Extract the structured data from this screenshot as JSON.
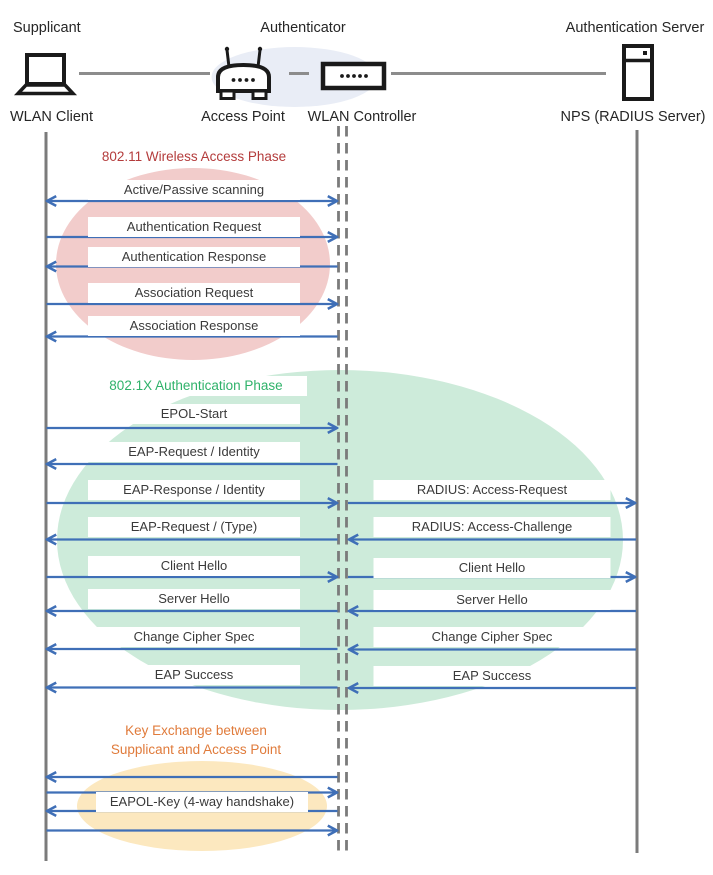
{
  "colors": {
    "arrow": "#3F6FB7",
    "lifeline": "#7B7B7B",
    "phase1_title": "#B43C3C",
    "phase2_title": "#2FB26A",
    "phase3_title": "#E07B3B",
    "phase1_ellipse": "#F2CCCB",
    "phase2_ellipse": "#CDEBDA",
    "phase3_ellipse": "#FCE8BF",
    "authenticator_ellipse": "#E9EDF6",
    "icon": "#1A1A1A"
  },
  "actors": {
    "roles": [
      "Supplicant",
      "Authenticator",
      "Authentication Server"
    ],
    "nodes": [
      "WLAN Client",
      "Access Point",
      "WLAN Controller",
      "NPS (RADIUS Server)"
    ]
  },
  "phase1": {
    "title": "802.11 Wireless Access Phase",
    "messages": [
      {
        "label": "Active/Passive scanning",
        "direction": "both"
      },
      {
        "label": "Authentication Request",
        "direction": "right"
      },
      {
        "label": "Authentication Response",
        "direction": "left"
      },
      {
        "label": "Association Request",
        "direction": "right"
      },
      {
        "label": "Association Response",
        "direction": "left"
      }
    ]
  },
  "phase2": {
    "title": "802.1X Authentication Phase",
    "left_messages": [
      {
        "label": "EPOL-Start",
        "direction": "right"
      },
      {
        "label": "EAP-Request / Identity",
        "direction": "left"
      },
      {
        "label": "EAP-Response / Identity",
        "direction": "right"
      },
      {
        "label": "EAP-Request / (Type)",
        "direction": "left"
      },
      {
        "label": "Client Hello",
        "direction": "right"
      },
      {
        "label": "Server Hello",
        "direction": "left"
      },
      {
        "label": "Change Cipher Spec",
        "direction": "left"
      },
      {
        "label": "EAP Success",
        "direction": "left"
      }
    ],
    "right_messages": [
      {
        "label": "RADIUS: Access-Request",
        "direction": "right"
      },
      {
        "label": "RADIUS: Access-Challenge",
        "direction": "left"
      },
      {
        "label": "Client Hello",
        "direction": "right"
      },
      {
        "label": "Server Hello",
        "direction": "left"
      },
      {
        "label": "Change Cipher Spec",
        "direction": "left"
      },
      {
        "label": "EAP Success",
        "direction": "left"
      }
    ]
  },
  "phase3": {
    "title_line1": "Key Exchange between",
    "title_line2": "Supplicant and Access Point",
    "message": {
      "label": "EAPOL-Key (4-way handshake)",
      "direction": "4-way handshake"
    }
  }
}
